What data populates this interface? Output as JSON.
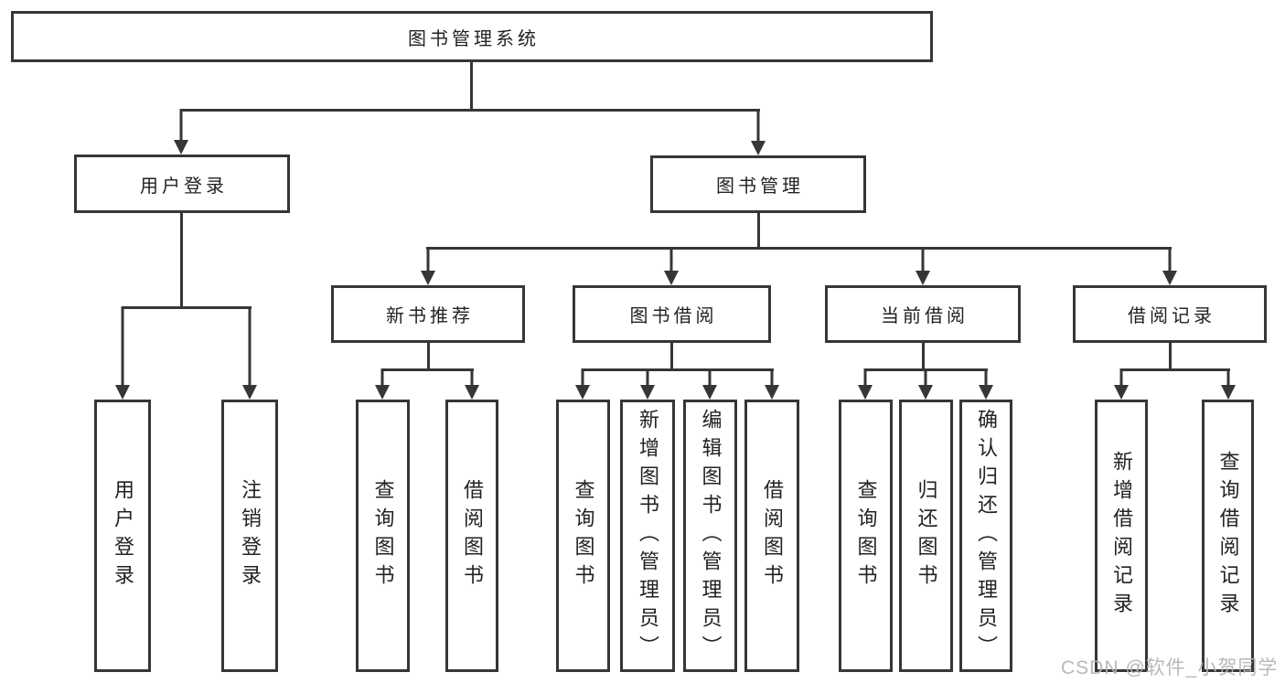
{
  "diagram": {
    "watermark": "CSDN @软件_小贺同学",
    "colors": {
      "line": "#363636",
      "text": "#222222",
      "background": "#ffffff",
      "watermark": "#b5b5b5"
    },
    "nodes": {
      "root": "图书管理系统",
      "login": "用户登录",
      "mgmt": "图书管理",
      "newbook": "新书推荐",
      "borrow": "图书借阅",
      "current": "当前借阅",
      "records": "借阅记录",
      "user_login": "用户登录",
      "logout": "注销登录",
      "nb_query": "查询图书",
      "nb_borrow": "借阅图书",
      "bb_query": "查询图书",
      "bb_add": "新增图书（管理员）",
      "bb_edit": "编辑图书（管理员）",
      "bb_borrow": "借阅图书",
      "cb_query": "查询图书",
      "cb_return": "归还图书",
      "cb_confirm": "确认归还（管理员）",
      "br_add": "新增借阅记录",
      "br_query": "查询借阅记录"
    }
  }
}
